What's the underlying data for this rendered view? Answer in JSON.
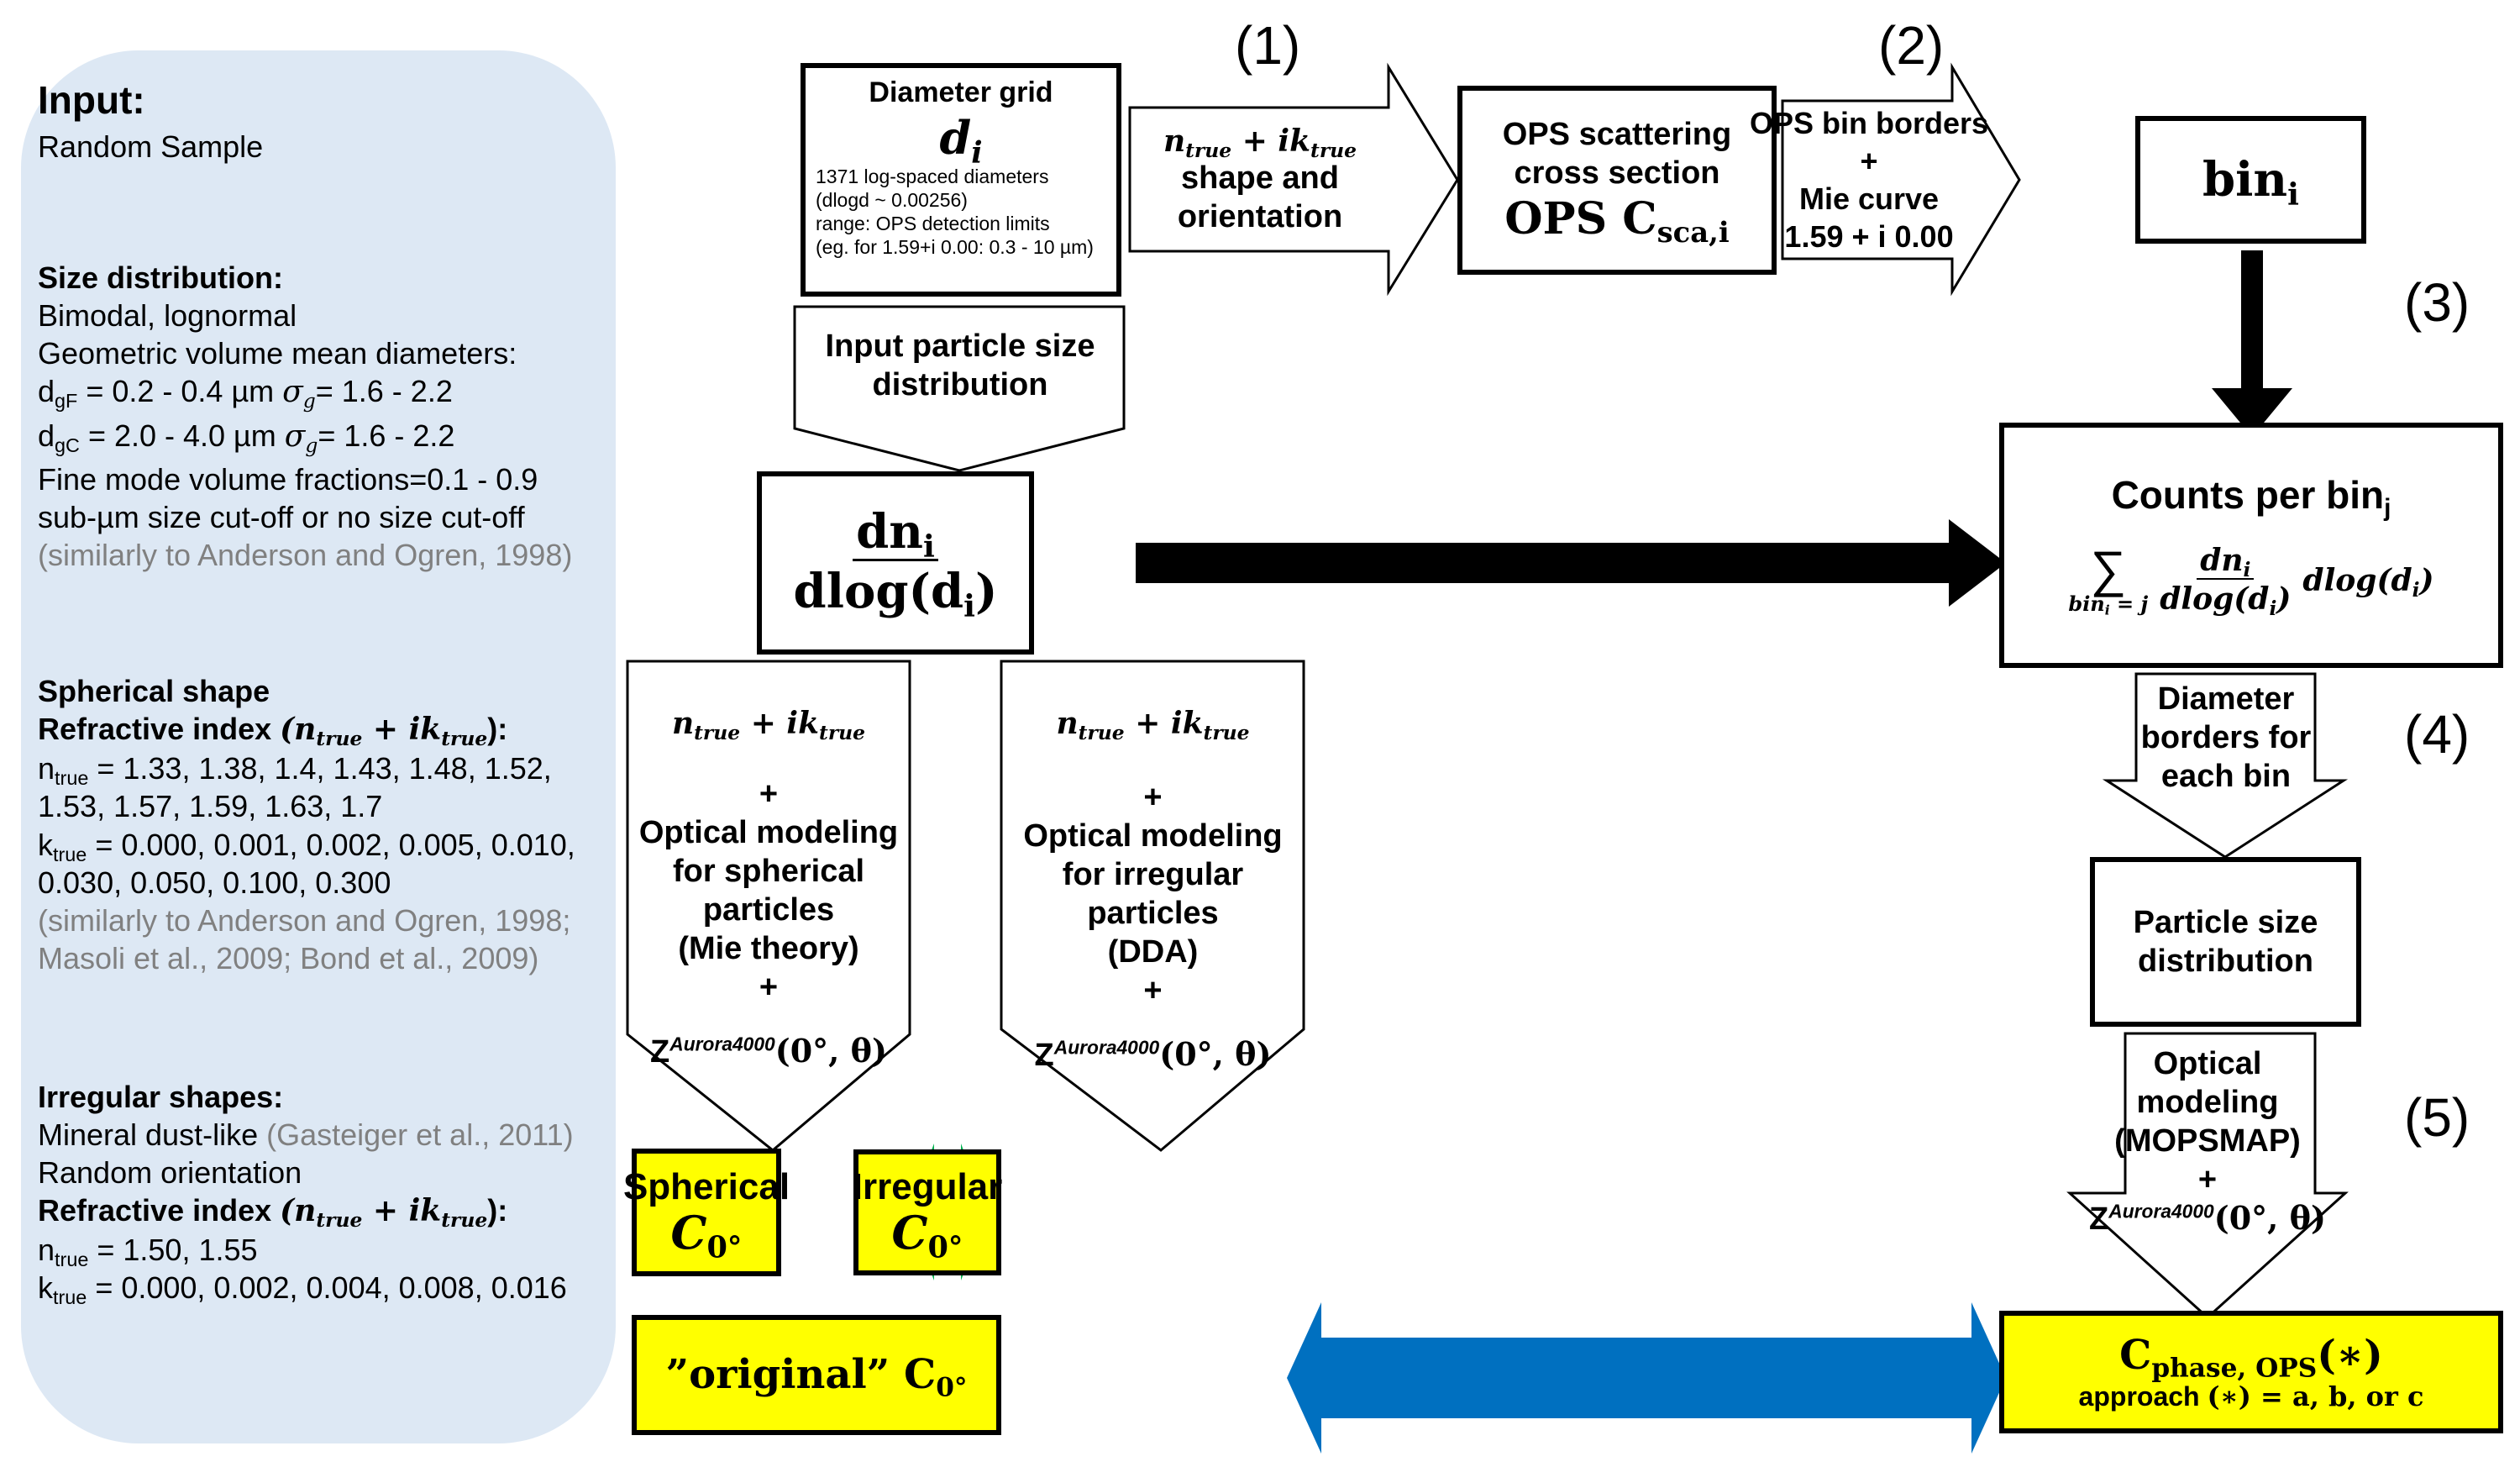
{
  "input_panel": {
    "title": "Input:",
    "subtitle": "Random Sample",
    "size_distribution": {
      "heading": "Size distribution:",
      "line1": "Bimodal, lognormal",
      "line2": "Geometric volume mean diameters:",
      "dgF_label": "d",
      "dgF_sub": "gF",
      "dgF_value": " = 0.2 - 0.4 µm ",
      "dgC_label": "d",
      "dgC_sub": "gC",
      "dgC_value": " = 2.0 - 4.0 µm ",
      "sigma": "σ",
      "sigma_sub": "g",
      "sigma_value": "= 1.6 - 2.2",
      "line5": "Fine mode volume fractions=0.1 - 0.9",
      "line6": "sub-µm size cut-off or no size cut-off",
      "ref": "(similarly to Anderson and Ogren, 1998)"
    },
    "spherical": {
      "heading": "Spherical shape",
      "ri_label": "Refractive index ",
      "ri_formula": "(n",
      "ri_n_sub": "true",
      "ri_plus": " + ik",
      "ri_k_sub": "true",
      "ri_close": "):",
      "n_label": "n",
      "n_sub": "true",
      "n_values_1": " = 1.33, 1.38, 1.4, 1.43, 1.48, 1.52,",
      "n_values_2": "1.53, 1.57, 1.59, 1.63, 1.7",
      "k_label": "k",
      "k_sub": "true",
      "k_values_1": " = 0.000, 0.001, 0.002, 0.005, 0.010,",
      "k_values_2": "0.030, 0.050, 0.100, 0.300",
      "ref_1": "(similarly to  Anderson and Ogren, 1998;",
      "ref_2": "Masoli et al., 2009;  Bond et al., 2009)"
    },
    "irregular": {
      "heading": "Irregular shapes:",
      "line1": "Mineral dust-like ",
      "line1_ref": "(Gasteiger et al., 2011)",
      "line2": "Random orientation",
      "ri_label": "Refractive index ",
      "ri_formula": "(n",
      "ri_n_sub": "true",
      "ri_plus": "  +  ik",
      "ri_k_sub": "true",
      "ri_close": "):",
      "n_label": "n",
      "n_sub": "true",
      "n_values": " =  1.50, 1.55",
      "k_label": "k",
      "k_sub": "true",
      "k_values": " =  0.000, 0.002, 0.004, 0.008, 0.016"
    }
  },
  "steps": {
    "s1": "(1)",
    "s2": "(2)",
    "s3": "(3)",
    "s4": "(4)",
    "s5": "(5)"
  },
  "diameter_grid": {
    "title": "Diameter grid",
    "symbol": "d",
    "symbol_sub": "i",
    "line1": "1371 log-spaced  diameters",
    "line2": "(dlogd ~ 0.00256)",
    "line3": "range: OPS detection limits",
    "line4": "(eg. for 1.59+i 0.00: 0.3 - 10 µm)"
  },
  "arrow1": {
    "formula_n": "n",
    "formula_n_sub": "true",
    "formula_plus": " + ik",
    "formula_k_sub": "true",
    "line2": "shape and",
    "line3": "orientation"
  },
  "ops_box": {
    "line1": "OPS scattering",
    "line2": "cross section",
    "symbol": "OPS C",
    "symbol_sub": "sca,i"
  },
  "arrow2": {
    "line1": "OPS bin borders",
    "line2": "+",
    "line3": "Mie curve",
    "line4": "1.59 + i 0.00"
  },
  "bin_box": {
    "symbol": "bin",
    "symbol_sub": "i"
  },
  "input_psd_arrow": {
    "line1": "Input particle size",
    "line2": "distribution"
  },
  "dn_box": {
    "numerator": "dn",
    "numerator_sub": "i",
    "denominator": "dlog(d",
    "denominator_sub": "i",
    "denominator_close": ")"
  },
  "counts_box": {
    "title": "Counts per bin",
    "title_sub": "j",
    "sum_symbol": "∑",
    "sum_lower": "bin",
    "sum_lower_sub": "i",
    "sum_lower_rest": " = j",
    "frac_num": "dn",
    "frac_num_sub": "i",
    "frac_den": "dlog(d",
    "frac_den_sub": "i",
    "frac_den_close": ")",
    "tail": "dlog(d",
    "tail_sub": "i",
    "tail_close": ")"
  },
  "diameter_borders_arrow": {
    "line1": "Diameter",
    "line2": "borders for",
    "line3": "each bin"
  },
  "psd_box": {
    "line1": "Particle  size",
    "line2": "distribution"
  },
  "mopsmap_arrow": {
    "line1": "Optical",
    "line2": "modeling",
    "line3": "(MOPSMAP)",
    "line4": "+",
    "z": "Z",
    "z_sup": "Aurora4000",
    "z_args": "(0°, θ)"
  },
  "spherical_arrow": {
    "formula_n": "n",
    "formula_n_sub": "true",
    "formula_plus": " + ik",
    "formula_k_sub": "true",
    "plus1": "+",
    "line1": "Optical modeling",
    "line2": "for spherical",
    "line3": "particles",
    "line4": "(Mie theory)",
    "plus2": "+",
    "z": "Z",
    "z_sup": "Aurora4000",
    "z_args": "(0°, θ)"
  },
  "irregular_arrow": {
    "formula_n": "n",
    "formula_n_sub": "true",
    "formula_plus": " + ik",
    "formula_k_sub": "true",
    "plus1": "+",
    "line1": "Optical modeling",
    "line2": "for irregular",
    "line3": "particles",
    "line4": "(DDA)",
    "plus2": "+",
    "z": "Z",
    "z_sup": "Aurora4000",
    "z_args": "(0°, θ)"
  },
  "spherical_result": {
    "label": "Spherical",
    "symbol": "C",
    "symbol_sub": "0°"
  },
  "irregular_result": {
    "label": "Irregular",
    "symbol": "C",
    "symbol_sub": "0°"
  },
  "original_result": {
    "label": "”original” C",
    "symbol_sub": "0°"
  },
  "cphase_result": {
    "symbol": "C",
    "symbol_sub": "phase",
    "symbol_sub2": ", OPS",
    "symbol_tail": "(∗)",
    "line2": "approach ",
    "line2_math": "(∗) = a, b, or c"
  },
  "colors": {
    "panel_bg": "#dde8f4",
    "result_yellow": "#ffff00",
    "compare_green": "#00b050",
    "compare_blue": "#0070c0",
    "reference_grey": "#808080"
  }
}
